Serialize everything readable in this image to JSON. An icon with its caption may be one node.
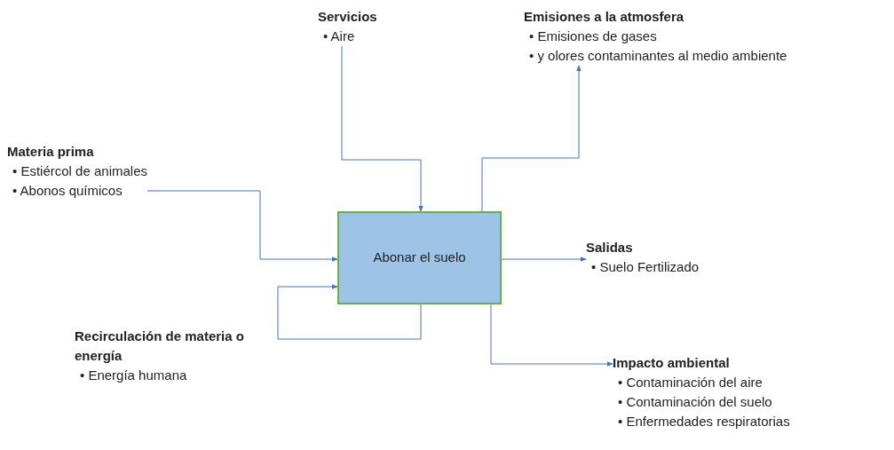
{
  "diagram": {
    "nodes": [
      {
        "text": [
          "Servicios",
          "• Aire"
        ]
      },
      {
        "text": [
          "Emisiones a la atmosfera",
          "• Emisiones de gases",
          "• y olores contaminantes al medio ambiente"
        ]
      },
      {
        "text": [
          "Materia prima",
          "• Estiércol de animales",
          "• Abonos químicos"
        ]
      },
      {
        "text": [
          "Abonar el suelo"
        ]
      },
      {
        "text": [
          "Salidas",
          "• Suelo Fertilizado"
        ]
      },
      {
        "text": [
          "Recirculación de materia o energía",
          "• Energía humana"
        ]
      },
      {
        "text": [
          "Impacto ambiental",
          "• Contaminación del aire",
          "• Contaminación del suelo",
          "• Enfermedades respiratorias"
        ]
      }
    ],
    "edges": [
      {
        "from": 0,
        "to": 3,
        "arrow": "to"
      },
      {
        "from": 3,
        "to": 1,
        "arrow": "to"
      },
      {
        "from": 2,
        "to": 3,
        "arrow": "to"
      },
      {
        "from": 3,
        "to": 4,
        "arrow": "to"
      },
      {
        "from": 3,
        "to": 3,
        "arrow": "to"
      },
      {
        "from": 3,
        "to": 6,
        "arrow": "to"
      }
    ]
  }
}
